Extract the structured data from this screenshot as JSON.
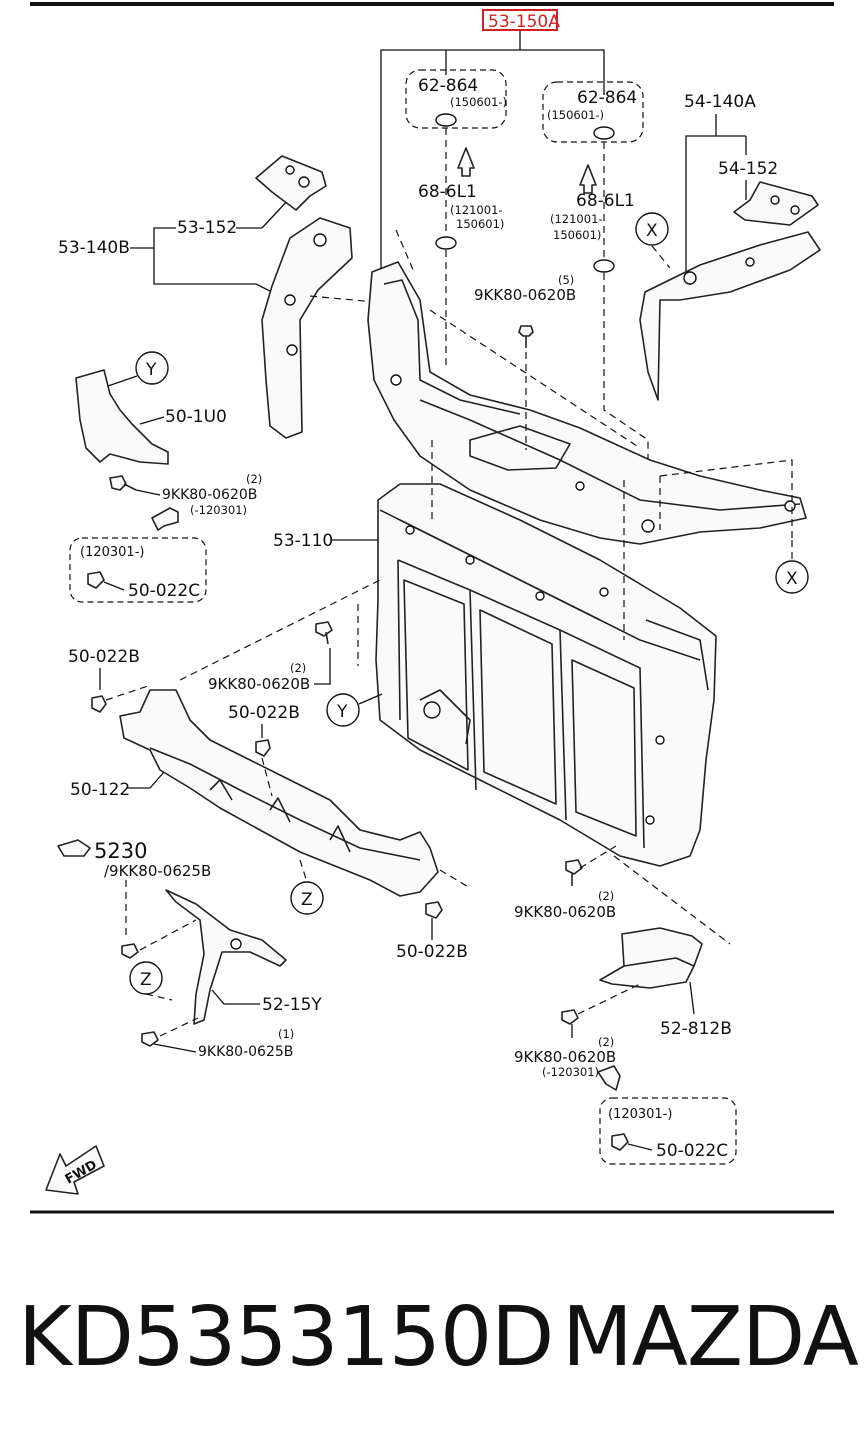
{
  "diagram": {
    "highlighted_part": "53-150A",
    "labels": {
      "p62864_left": "62-864",
      "d150601_left": "(150601-)",
      "p62864_right": "62-864",
      "d150601_right": "(150601-)",
      "p686L1_left": "68-6L1",
      "d121001_left_a": "(121001-",
      "d121001_left_b": "150601)",
      "p686L1_right": "68-6L1",
      "d121001_right_a": "(121001-",
      "d121001_right_b": "150601)",
      "p54140A": "54-140A",
      "p54152_right": "54-152",
      "p53152_left": "53-152",
      "p53140B": "53-140B",
      "qty5": "(5)",
      "bolt_9KK_top": "9KK80-0620B",
      "p501U0": "50-1U0",
      "qty2_a": "(2)",
      "bolt_9KK_a": "9KK80-0620B",
      "d120301_a": "(-120301)",
      "d120301_box_a": "(120301-)",
      "p50022C_a": "50-022C",
      "p53110": "53-110",
      "p50022B_a": "50-022B",
      "qty2_b": "(2)",
      "bolt_9KK_b": "9KK80-0620B",
      "p50022B_b": "50-022B",
      "p50122": "50-122",
      "ref5230": "5230",
      "bolt_9KK0625_top": "/9KK80-0625B",
      "p50022B_c": "50-022B",
      "qty2_c": "(2)",
      "bolt_9KK_c": "9KK80-0620B",
      "p5215Y": "52-15Y",
      "qty1": "(1)",
      "bolt_9KK0625_bot": "9KK80-0625B",
      "p52812B": "52-812B",
      "qty2_d": "(2)",
      "bolt_9KK_d": "9KK80-0620B",
      "d120301_d": "(-120301)",
      "d120301_box_d": "(120301-)",
      "p50022C_d": "50-022C",
      "fwd": "FWD"
    },
    "callouts": {
      "x_top": "X",
      "x_right": "X",
      "y_left": "Y",
      "y_mid": "Y",
      "z_mid": "Z",
      "z_left": "Z"
    }
  },
  "footer": {
    "part_number": "KD5353150D",
    "brand": "MAZDA"
  },
  "colors": {
    "highlight_box": "#d21f26",
    "line": "#111111"
  }
}
